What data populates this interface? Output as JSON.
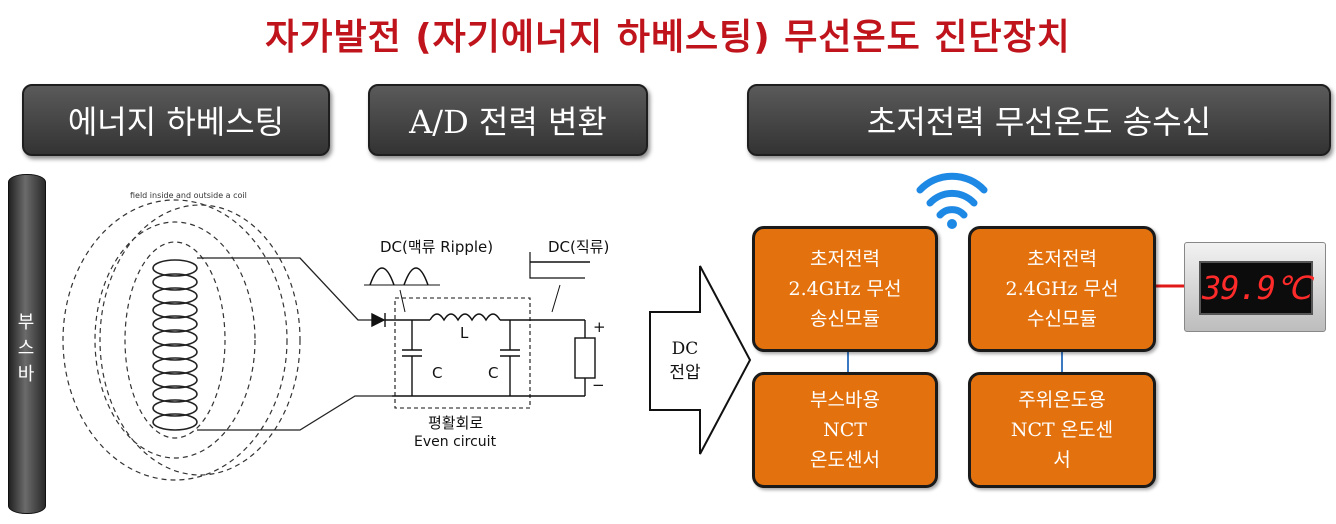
{
  "title": "자가발전 (자기에너지 하베스팅) 무선온도 진단장치",
  "headers": {
    "energy_harvesting": "에너지 하베스팅",
    "ad_conversion": "A/D 전력 변환",
    "wireless_txrx": "초저전력 무선온도 송수신"
  },
  "busbar_label": "부\n스\n바",
  "coil": {
    "caption": "field inside and outside a coil"
  },
  "circuit": {
    "dc_ripple": "DC(맥류 Ripple)",
    "dc_direct": "DC(직류)",
    "inductor": "L",
    "cap1": "C",
    "cap2": "C",
    "plus": "+",
    "minus": "−",
    "smoothing_kr": "평활회로",
    "smoothing_en": "Even circuit"
  },
  "arrow_label": "DC\n전압",
  "modules": {
    "tx": "초저전력\n2.4GHz 무선\n송신모듈",
    "rx": "초저전력\n2.4GHz 무선\n수신모듈",
    "bus_sensor": "부스바용\nNCT\n온도센서",
    "ambient_sensor": "주위온도용\nNCT 온도센\n서"
  },
  "display": {
    "reading": "39.9℃"
  },
  "colors": {
    "title": "#c0141c",
    "module": "#e3720e",
    "header": "#4a4a4a",
    "wifi": "#1e88e5"
  },
  "icons": [
    "wifi-icon"
  ]
}
